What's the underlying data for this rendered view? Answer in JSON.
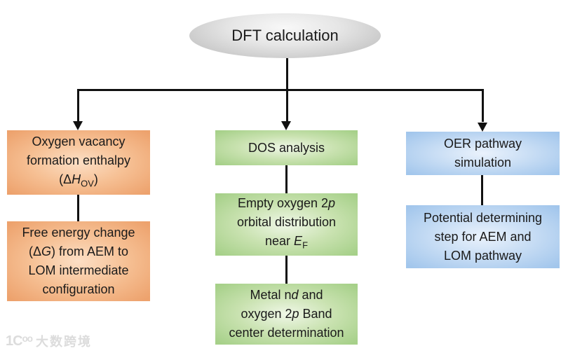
{
  "root": {
    "label": "DFT calculation"
  },
  "columns": [
    {
      "name": "oxygen-vacancy-branch",
      "color_name": "orange",
      "edge_color": "#eda26d",
      "center_color": "#fcdfc5",
      "boxes": [
        {
          "name": "oxygen-vacancy-formation-enthalpy",
          "lines": [
            [
              {
                "t": "Oxygen vacancy"
              }
            ],
            [
              {
                "t": "formation enthalpy"
              }
            ],
            [
              {
                "t": "(Δ"
              },
              {
                "t": "H",
                "i": true
              },
              {
                "t": "OV",
                "sub": true
              },
              {
                "t": ")"
              }
            ]
          ]
        },
        {
          "name": "free-energy-change",
          "lines": [
            [
              {
                "t": "Free energy change"
              }
            ],
            [
              {
                "t": "(Δ"
              },
              {
                "t": "G",
                "i": true
              },
              {
                "t": ") from AEM to"
              }
            ],
            [
              {
                "t": "LOM intermediate"
              }
            ],
            [
              {
                "t": "configuration"
              }
            ]
          ]
        }
      ]
    },
    {
      "name": "dos-analysis-branch",
      "color_name": "green",
      "edge_color": "#a6d089",
      "center_color": "#eff7e7",
      "boxes": [
        {
          "name": "dos-analysis",
          "lines": [
            [
              {
                "t": "DOS analysis"
              }
            ]
          ]
        },
        {
          "name": "empty-oxygen-2p-orbital",
          "lines": [
            [
              {
                "t": "Empty oxygen 2"
              },
              {
                "t": "p",
                "i": true
              }
            ],
            [
              {
                "t": "orbital distribution"
              }
            ],
            [
              {
                "t": "near "
              },
              {
                "t": "E",
                "i": true
              },
              {
                "t": "F",
                "sub": true
              }
            ]
          ]
        },
        {
          "name": "band-center-determination",
          "lines": [
            [
              {
                "t": "Metal n"
              },
              {
                "t": "d",
                "i": true
              },
              {
                "t": " and"
              }
            ],
            [
              {
                "t": "oxygen 2"
              },
              {
                "t": "p",
                "i": true
              },
              {
                "t": " Band"
              }
            ],
            [
              {
                "t": "center determination"
              }
            ]
          ]
        }
      ]
    },
    {
      "name": "oer-pathway-branch",
      "color_name": "blue",
      "edge_color": "#a2c6ec",
      "center_color": "#eaf2fc",
      "boxes": [
        {
          "name": "oer-pathway-simulation",
          "lines": [
            [
              {
                "t": "OER pathway"
              }
            ],
            [
              {
                "t": "simulation"
              }
            ]
          ]
        },
        {
          "name": "potential-determining-step",
          "lines": [
            [
              {
                "t": "Potential determining"
              }
            ],
            [
              {
                "t": "step for AEM and"
              }
            ],
            [
              {
                "t": "LOM pathway"
              }
            ]
          ]
        }
      ]
    }
  ],
  "connectors": {
    "line_color": "#111111"
  },
  "ellipse_colors": {
    "light": "#f8f8f8",
    "dark": "#b3b3b3"
  },
  "text_color": "#1a1a1a",
  "watermark": {
    "logo": "1Cᵒᵒ",
    "text": "大数跨境",
    "color": "#dcdcdc"
  }
}
